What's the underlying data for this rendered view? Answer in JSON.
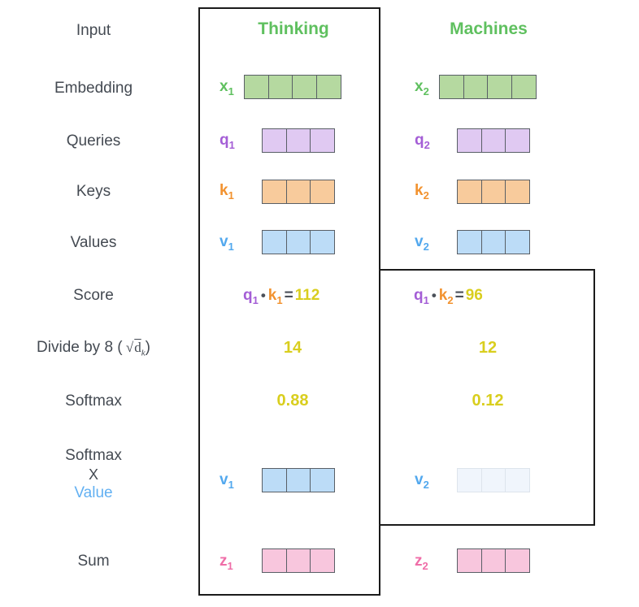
{
  "diagram": {
    "title": "self-attention-calculation",
    "colors": {
      "green": "#5fc05f",
      "purple": "#a45ed6",
      "orange": "#f2922f",
      "blue": "#52a8ee",
      "pink": "#ef6ea8",
      "yellow": "#d9ce1e",
      "label_gray": "#444a52",
      "frame": "#1b1b1b"
    },
    "row_labels": {
      "input": "Input",
      "embedding": "Embedding",
      "queries": "Queries",
      "keys": "Keys",
      "values": "Values",
      "score": "Score",
      "divide": "Divide by 8 (",
      "divide_sqrt": "d",
      "divide_sqrt_sub": "k",
      "divide_close": ")",
      "softmax": "Softmax",
      "softmax_times_value_line1": "Softmax",
      "softmax_times_value_line2": "X",
      "softmax_times_value_line3": "Value",
      "sum": "Sum"
    },
    "columns": [
      {
        "word": "Thinking",
        "embedding_label": "x",
        "embedding_sub": "1",
        "embedding_cells": 4,
        "query_label": "q",
        "query_sub": "1",
        "query_cells": 3,
        "key_label": "k",
        "key_sub": "1",
        "key_cells": 3,
        "value_label": "v",
        "value_sub": "1",
        "value_cells": 3,
        "score_expr": {
          "left": "q",
          "left_sub": "1",
          "dot": "•",
          "right": "k",
          "right_sub": "1",
          "equals": "=",
          "result": "112"
        },
        "divided": "14",
        "softmax": "0.88",
        "weighted_value_label": "v",
        "weighted_value_sub": "1",
        "weighted_value_cells": 3,
        "weighted_value_faded": false,
        "sum_label": "z",
        "sum_sub": "1",
        "sum_cells": 3
      },
      {
        "word": "Machines",
        "embedding_label": "x",
        "embedding_sub": "2",
        "embedding_cells": 4,
        "query_label": "q",
        "query_sub": "2",
        "query_cells": 3,
        "key_label": "k",
        "key_sub": "2",
        "key_cells": 3,
        "value_label": "v",
        "value_sub": "2",
        "value_cells": 3,
        "score_expr": {
          "left": "q",
          "left_sub": "1",
          "dot": "•",
          "right": "k",
          "right_sub": "2",
          "equals": "=",
          "result": "96"
        },
        "divided": "12",
        "softmax": "0.12",
        "weighted_value_label": "v",
        "weighted_value_sub": "2",
        "weighted_value_cells": 3,
        "weighted_value_faded": true,
        "sum_label": "z",
        "sum_sub": "2",
        "sum_cells": 3
      }
    ]
  }
}
